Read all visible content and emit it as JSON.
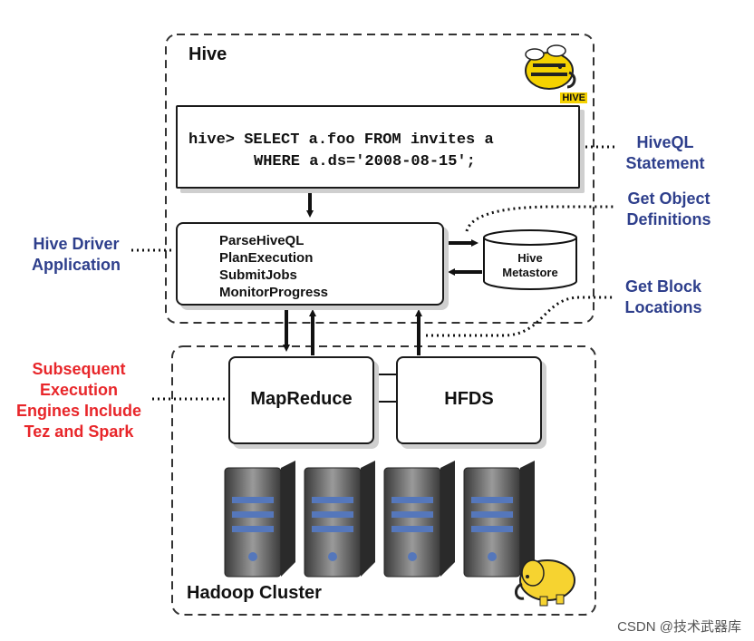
{
  "hive_title": "Hive",
  "hive_logo_text": "HIVE",
  "hiveql_line1": "hive> SELECT a.foo FROM invites a",
  "hiveql_line2": "WHERE a.ds='2008-08-15';",
  "driver_steps": [
    "ParseHiveQL",
    "PlanExecution",
    "SubmitJobs",
    "MonitorProgress"
  ],
  "metastore_line1": "Hive",
  "metastore_line2": "Metastore",
  "labels": {
    "hiveql_statement": [
      "HiveQL",
      "Statement"
    ],
    "get_object_definitions": [
      "Get Object",
      "Definitions"
    ],
    "hive_driver_application": [
      "Hive Driver",
      "Application"
    ],
    "get_block_locations": [
      "Get Block",
      "Locations"
    ],
    "execution_engines": [
      "Subsequent",
      "Execution",
      "Engines Include",
      "Tez and Spark"
    ]
  },
  "mapreduce": "MapReduce",
  "hfds": "HFDS",
  "hadoop_cluster": "Hadoop Cluster",
  "watermark": "CSDN @技术武器库",
  "colors": {
    "label_blue": "#2e3f8c",
    "label_red": "#e8262a",
    "hive_yellow": "#f5d200",
    "hadoop_yellow": "#f6d330"
  }
}
